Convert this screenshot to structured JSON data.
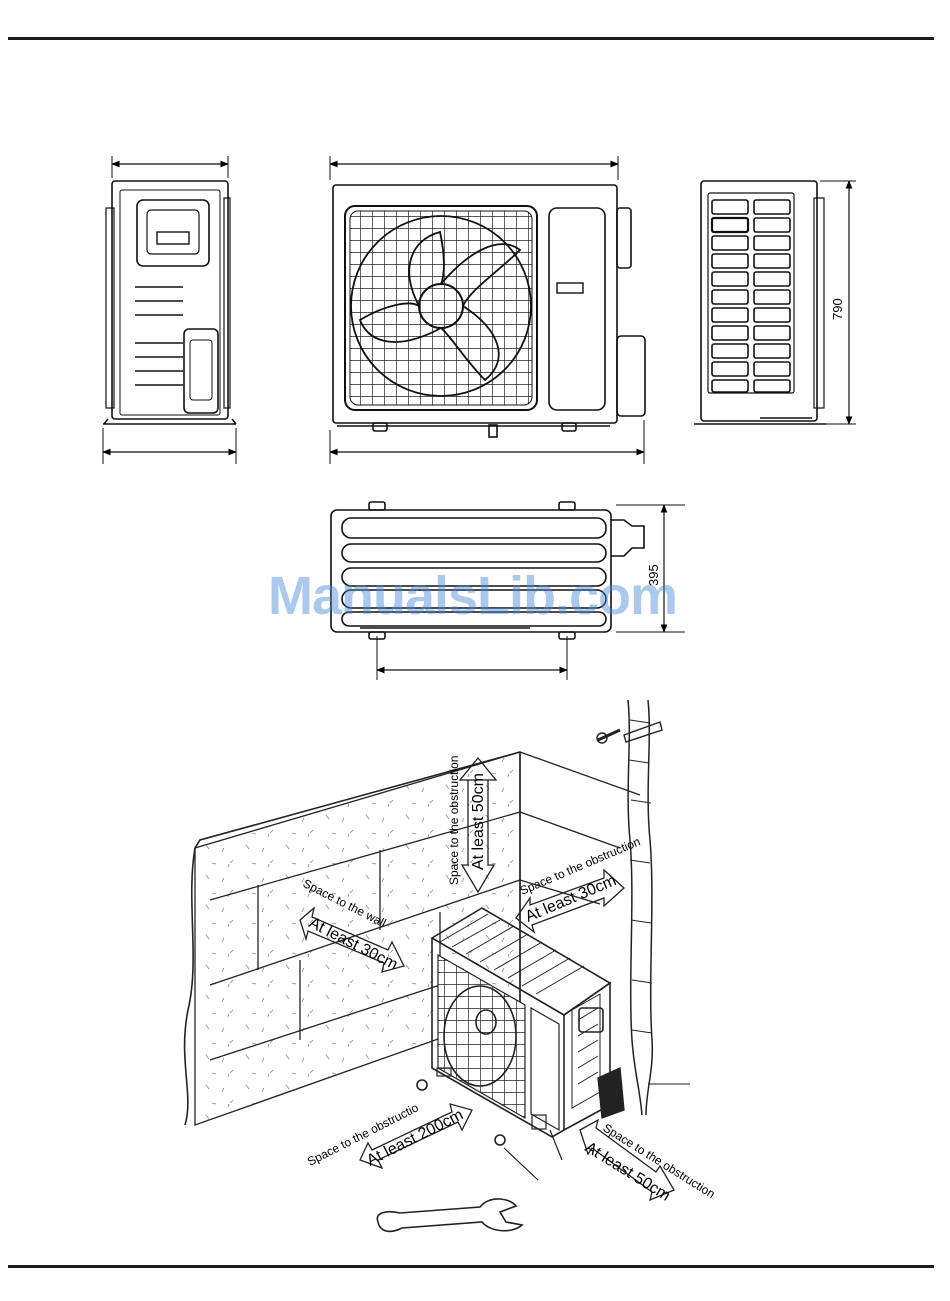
{
  "dimensions": {
    "height": "790",
    "depth": "395"
  },
  "labels": {
    "top": {
      "caption": "Space to the obstruction",
      "distance": "At least 50cm"
    },
    "back_right": {
      "caption": "Space to the obstruction",
      "distance": "At least 30cm"
    },
    "left": {
      "caption": "Space to the wall",
      "distance": "At least 30cm"
    },
    "front": {
      "caption": "Space to the obstructio",
      "distance": "At least 200cm"
    },
    "right": {
      "caption": "Space to the obstruction",
      "distance": "At least 50cm"
    }
  },
  "watermark": "ManualsLib.com"
}
